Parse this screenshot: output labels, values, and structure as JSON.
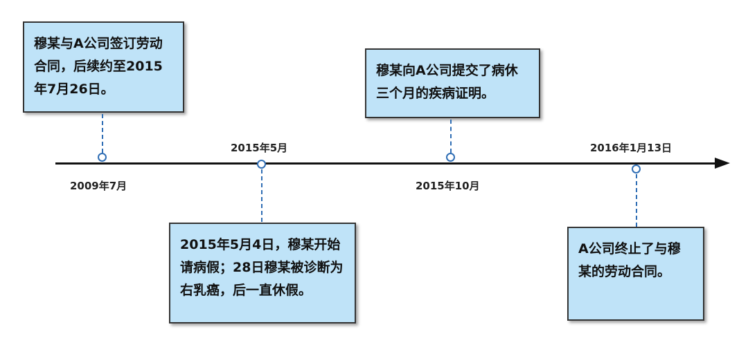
{
  "timeline": {
    "events": [
      {
        "date": "2009年7月",
        "text": "穆某与A公司签订劳动合同，后续约至2015年7月26日。"
      },
      {
        "date": "2015年5月",
        "text": "2015年5月4日，穆某开始请病假；28日穆某被诊断为右乳癌，后一直休假。"
      },
      {
        "date": "2015年10月",
        "text": "穆某向A公司提交了病休三个月的疾病证明。"
      },
      {
        "date": "2016年1月13日",
        "text": "A公司终止了与穆某的劳动合同。"
      }
    ]
  },
  "colors": {
    "box_fill": "#bfe3f8",
    "connector": "#2e6db4",
    "axis": "#111111"
  }
}
